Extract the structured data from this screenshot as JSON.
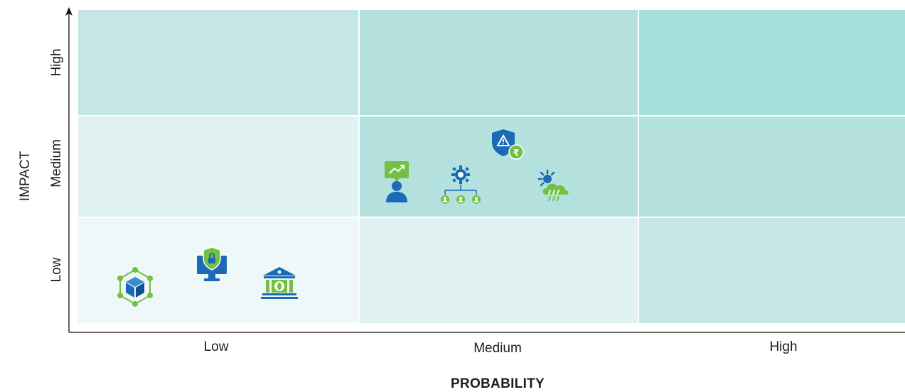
{
  "axes": {
    "x_title": "PROBABILITY",
    "y_title": "IMPACT",
    "x_levels": [
      "Low",
      "Medium",
      "High"
    ],
    "y_levels": [
      "High",
      "Medium",
      "Low"
    ]
  },
  "colors": {
    "high_high": "#a6e0dc",
    "medium_cell": "#b4e0dd",
    "high_low_cell": "#c4e6e4",
    "low_high_cell": "#c4e6e4",
    "low_medium_cell": "#dff1f0",
    "low_low_cell": "#eef8f8",
    "icon_blue": "#1b6ab8",
    "icon_green": "#74c043"
  },
  "icons": [
    {
      "name": "blockchain-cube-icon",
      "impact": "Low",
      "probability": "Low"
    },
    {
      "name": "secure-computer-icon",
      "impact": "Low",
      "probability": "Low"
    },
    {
      "name": "green-bank-icon",
      "impact": "Low",
      "probability": "Low"
    },
    {
      "name": "growth-person-icon",
      "impact": "Medium",
      "probability": "Medium"
    },
    {
      "name": "org-settings-icon",
      "impact": "Medium",
      "probability": "Medium"
    },
    {
      "name": "financial-risk-shield-icon",
      "impact": "Medium",
      "probability": "Medium"
    },
    {
      "name": "weather-cloud-icon",
      "impact": "Medium",
      "probability": "Medium"
    }
  ]
}
